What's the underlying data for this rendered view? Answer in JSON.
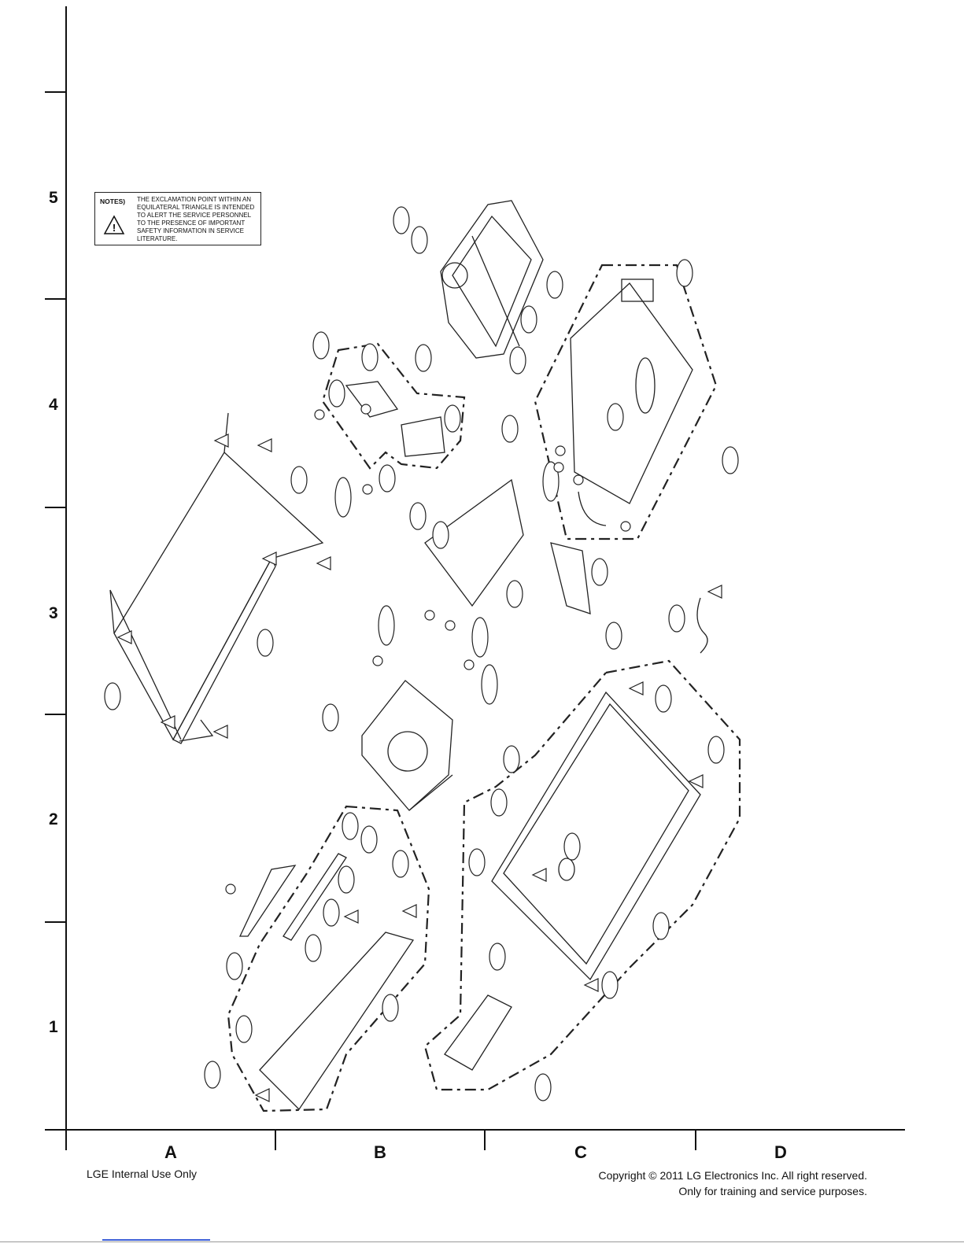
{
  "notes": {
    "label": "NOTES)",
    "text": "THE EXCLAMATION POINT WITHIN AN EQUILATERAL TRIANGLE IS INTENDED TO ALERT THE SERVICE PERSONNEL TO THE PRESENCE OF IMPORTANT SAFETY INFORMATION IN SERVICE LITERATURE."
  },
  "grid": {
    "rows": [
      "5",
      "4",
      "3",
      "2",
      "1"
    ],
    "columns": [
      "A",
      "B",
      "C",
      "D"
    ]
  },
  "footer": {
    "left": "LGE Internal Use Only",
    "right_line1": "Copyright © 2011 LG Electronics Inc. All right reserved.",
    "right_line2": "Only for training and service purposes."
  },
  "icons": [
    "warning-triangle-icon"
  ]
}
